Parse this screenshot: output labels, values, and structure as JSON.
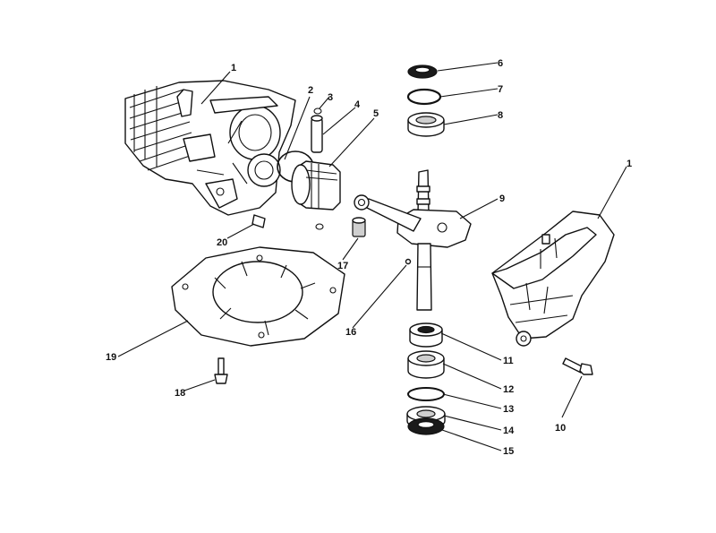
{
  "callouts": [
    {
      "id": "c1a",
      "label": "1"
    },
    {
      "id": "c1b",
      "label": "1"
    },
    {
      "id": "c2",
      "label": "2"
    },
    {
      "id": "c3",
      "label": "3"
    },
    {
      "id": "c4",
      "label": "4"
    },
    {
      "id": "c5",
      "label": "5"
    },
    {
      "id": "c6",
      "label": "6"
    },
    {
      "id": "c7",
      "label": "7"
    },
    {
      "id": "c8",
      "label": "8"
    },
    {
      "id": "c9",
      "label": "9"
    },
    {
      "id": "c10",
      "label": "10"
    },
    {
      "id": "c11",
      "label": "11"
    },
    {
      "id": "c12",
      "label": "12"
    },
    {
      "id": "c13",
      "label": "13"
    },
    {
      "id": "c14",
      "label": "14"
    },
    {
      "id": "c15",
      "label": "15"
    },
    {
      "id": "c16",
      "label": "16"
    },
    {
      "id": "c17",
      "label": "17"
    },
    {
      "id": "c18",
      "label": "18"
    },
    {
      "id": "c19",
      "label": "19"
    },
    {
      "id": "c20",
      "label": "20"
    }
  ]
}
